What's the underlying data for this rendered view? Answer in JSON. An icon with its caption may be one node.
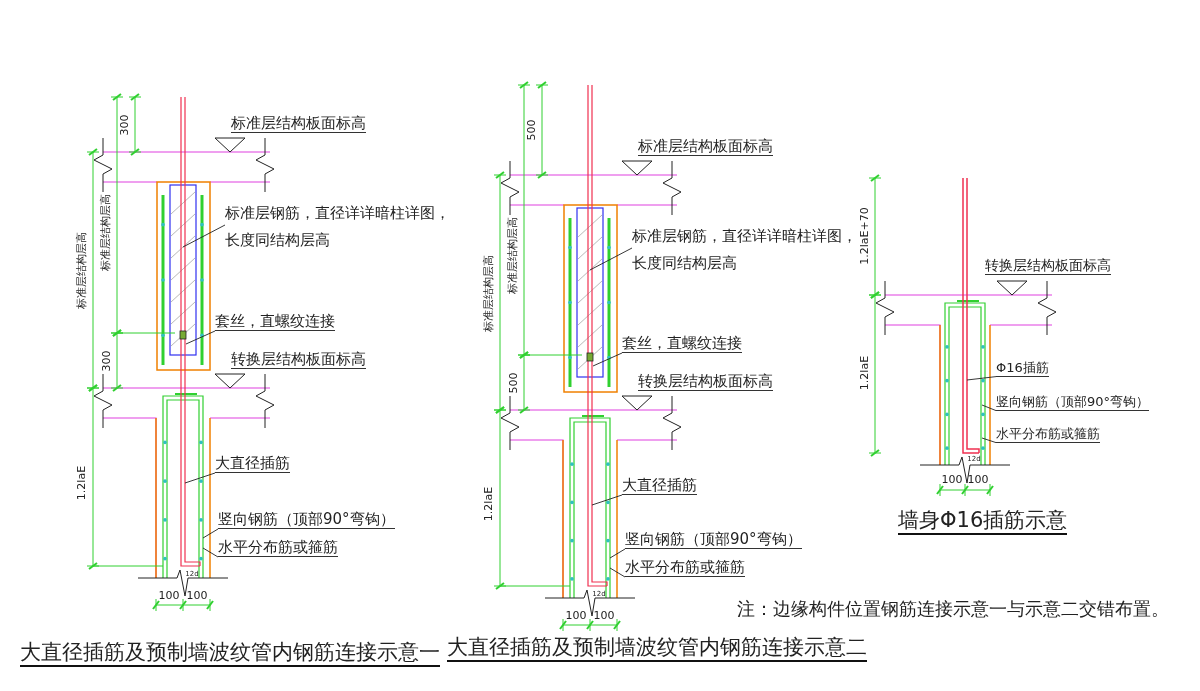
{
  "diagram": {
    "nodes": [
      {
        "text": [
          "标准层钢筋，直径详详暗柱详图，长度同结构层高"
        ]
      },
      {
        "text": [
          "套丝，直螺纹连接"
        ]
      },
      {
        "text": [
          "大直径插筋"
        ]
      },
      {
        "text": [
          "竖向钢筋（顶部90°弯钩）"
        ]
      },
      {
        "text": [
          "水平分布筋或箍筋"
        ]
      },
      {
        "text": [
          "标准层钢筋，直径详详暗柱详图，长度同结构层高"
        ]
      },
      {
        "text": [
          "套丝，直螺纹连接"
        ]
      },
      {
        "text": [
          "大直径插筋"
        ]
      },
      {
        "text": [
          "竖向钢筋（顶部90°弯钩）"
        ]
      },
      {
        "text": [
          "水平分布筋或箍筋"
        ]
      },
      {
        "text": [
          "Φ16插筋"
        ]
      },
      {
        "text": [
          "竖向钢筋（顶部90°弯钩）"
        ]
      },
      {
        "text": [
          "水平分布筋或箍筋"
        ]
      }
    ],
    "edges": [
      {
        "from": 0,
        "to": null,
        "arrow": "none"
      },
      {
        "from": 1,
        "to": null,
        "arrow": "none"
      },
      {
        "from": 2,
        "to": null,
        "arrow": "none"
      },
      {
        "from": 3,
        "to": null,
        "arrow": "none"
      },
      {
        "from": 4,
        "to": null,
        "arrow": "none"
      },
      {
        "from": 5,
        "to": null,
        "arrow": "none"
      },
      {
        "from": 6,
        "to": null,
        "arrow": "none"
      },
      {
        "from": 7,
        "to": null,
        "arrow": "none"
      },
      {
        "from": 8,
        "to": null,
        "arrow": "none"
      },
      {
        "from": 9,
        "to": null,
        "arrow": "none"
      },
      {
        "from": 10,
        "to": null,
        "arrow": "none"
      },
      {
        "from": 11,
        "to": null,
        "arrow": "none"
      },
      {
        "from": 12,
        "to": null,
        "arrow": "none"
      }
    ],
    "labels": [
      "300",
      "标准层结构板面标高",
      "标准层结构层高",
      "标准层结构层高",
      "300",
      "转换层结构板面标高",
      "1.2laE",
      "12d",
      "100",
      "100",
      "大直径插筋及预制墙波纹管内钢筋连接示意一",
      "500",
      "标准层结构板面标高",
      "标准层结构层高",
      "标准层结构层高",
      "500",
      "转换层结构板面标高",
      "1.2laE",
      "12d",
      "100",
      "100",
      "大直径插筋及预制墙波纹管内钢筋连接示意二",
      "1.2laE+70",
      "转换层结构板面标高",
      "1.2laE",
      "12d",
      "100",
      "100",
      "墙身Φ16插筋示意",
      "注：边缘构件位置钢筋连接示意一与示意二交错布置。"
    ]
  }
}
